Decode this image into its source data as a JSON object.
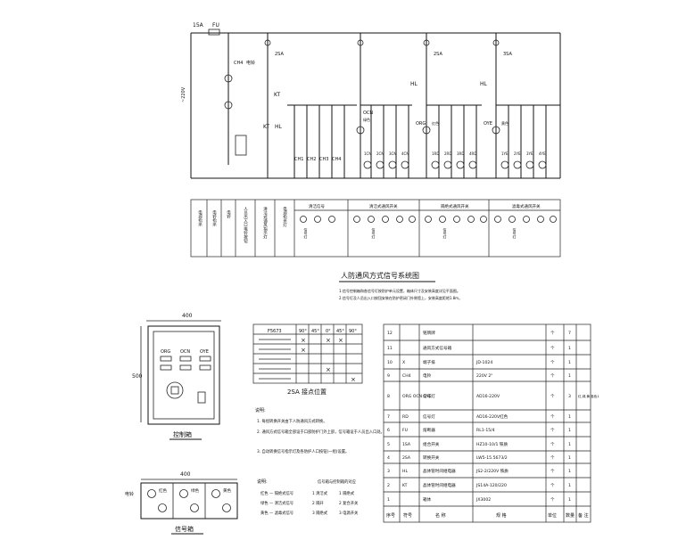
{
  "schematic": {
    "breaker_label": "15A",
    "fuse_label": "FU",
    "voltage_label": "~220V",
    "switch_labels": [
      "2SA",
      "2SA",
      "3SA"
    ],
    "relay_labels": [
      "HL",
      "HL"
    ],
    "timer_label": "KT",
    "kt_label": "KT",
    "hl_label": "HL",
    "ch_label": "CH4",
    "ch_sub": "电铃",
    "ch_buttons": [
      "CH1",
      "CH2",
      "CH3",
      "CH4"
    ],
    "group_tags": [
      "OCN",
      "ORG",
      "OYE"
    ],
    "group_subtags": [
      "绿色",
      "红色",
      "黄色"
    ],
    "lamp_labels": [
      "1CN",
      "2CN",
      "3CN",
      "4CN",
      "1RD",
      "2RD",
      "3RD",
      "4RD",
      "1YE",
      "2YE",
      "3YE",
      "4YE"
    ]
  },
  "function_strip": {
    "cells": [
      "电源指示",
      "电铃指示",
      "电铃",
      "人员出入口电铃按钮",
      "清洁式通风指示灯",
      "电源指示灯"
    ],
    "groups": [
      "清洁信号",
      "清洁式通风开关",
      "隔绝式通风开关",
      "滤毒式通风开关"
    ],
    "small_labels": [
      "信号灯",
      "信号灯",
      "信号灯",
      "信号灯"
    ]
  },
  "title": {
    "main": "人防通风方式信号系统图",
    "note1": "1.信号控制箱和各信号灯按防护单元设置，箱体尺寸及安装高度详见平面图。",
    "note2": "2.信号灯及人员出入口按钮安装在防护密闭门外侧墙上，安装高度距地1.8m。"
  },
  "control_box": {
    "width": "400",
    "height": "500",
    "labels": [
      "ORG",
      "OCN",
      "OYE"
    ],
    "caption": "控制箱"
  },
  "signal_box": {
    "width": "400",
    "colors": [
      "红色",
      "绿色",
      "黄色"
    ],
    "side_label": "电铃",
    "caption": "信号箱"
  },
  "switch_table": {
    "header": [
      "F5673",
      "90°",
      "45°",
      "0°",
      "45°",
      "90°"
    ],
    "rows": 5,
    "marks": [
      "×",
      "×",
      "×",
      "×",
      "×",
      "×"
    ],
    "caption": "2SA 接点位置"
  },
  "instructions": {
    "title": "说明:",
    "lines": [
      "1. 每组转换开关由下人防通风方式转换。",
      "2. 通风方式信号箱全部设于口部防护门外上部，信号箱设于人员出入口处。",
      "3. 自动转换信号指示灯及各防护人口按钮(一组)设置。"
    ],
    "legend_title": "说明:",
    "legend_header": "信号箱与控制箱的对应",
    "legend": [
      [
        "红色 — 隔绝式信号",
        "1 清洁式",
        "1 隔绝式"
      ],
      [
        "绿色 — 清洁式信号",
        "2 隔开",
        "2 复合开关"
      ],
      [
        "黄色 — 滤毒式信号",
        "3 隔绝式",
        "3 电源开关"
      ]
    ]
  },
  "parts_table": {
    "rows": [
      {
        "no": "12",
        "sym": "",
        "name": "铭牌牌",
        "spec": "",
        "unit": "个",
        "qty": "7",
        "note": ""
      },
      {
        "no": "11",
        "sym": "",
        "name": "通风方式信号箱",
        "spec": "",
        "unit": "个",
        "qty": "1",
        "note": ""
      },
      {
        "no": "10",
        "sym": "X",
        "name": "端子排",
        "spec": "JD-1024",
        "unit": "个",
        "qty": "1",
        "note": ""
      },
      {
        "no": "9",
        "sym": "CH4",
        "name": "电铃",
        "spec": "220V 2\"",
        "unit": "个",
        "qty": "1",
        "note": ""
      },
      {
        "no": "8",
        "sym": "ORG OCN OYE",
        "name": "信号灯",
        "spec": "AD16-220V",
        "unit": "个",
        "qty": "3",
        "note": "红,绿,黄 各色1"
      },
      {
        "no": "7",
        "sym": "RD",
        "name": "信号灯",
        "spec": "AD16-220V红色",
        "unit": "个",
        "qty": "1",
        "note": ""
      },
      {
        "no": "6",
        "sym": "FU",
        "name": "熔断器",
        "spec": "RL1-15/4",
        "unit": "个",
        "qty": "1",
        "note": ""
      },
      {
        "no": "5",
        "sym": "1SA",
        "name": "组合开关",
        "spec": "HZ10-10/1 铁质",
        "unit": "个",
        "qty": "1",
        "note": ""
      },
      {
        "no": "4",
        "sym": "2SA",
        "name": "转换开关",
        "spec": "LW5-15.5673/2",
        "unit": "个",
        "qty": "1",
        "note": ""
      },
      {
        "no": "3",
        "sym": "HL",
        "name": "晶体管时间继电器",
        "spec": "JS2-2/220V 铁质",
        "unit": "个",
        "qty": "1",
        "note": ""
      },
      {
        "no": "2",
        "sym": "KT",
        "name": "晶体管时间继电器",
        "spec": "JS14A-120/220",
        "unit": "个",
        "qty": "1",
        "note": ""
      },
      {
        "no": "1",
        "sym": "",
        "name": "箱体",
        "spec": "JX3002",
        "unit": "个",
        "qty": "1",
        "note": ""
      }
    ],
    "footer": [
      "序号",
      "符号",
      "名  称",
      "规  格",
      "单位",
      "数量",
      "备  注"
    ]
  }
}
